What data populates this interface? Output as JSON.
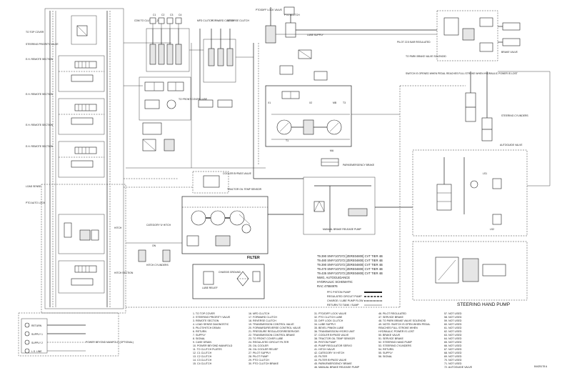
{
  "diagram": {
    "callouts": {
      "to_top_cover": "TO TOP COVER",
      "steering_priority_valve": "STEERING PRIORITY VALVE",
      "remote_section": "REMOTE SECTION",
      "cdm_to_clutch": "CDM TO CLUTCH 1,2,3,4",
      "clutch_labels": [
        "C1",
        "C2",
        "C3",
        "C4"
      ],
      "clutch_group": "CLUTCH CLUTCH CLUTCH CLUTCH",
      "mfd_clutch": "MFD CLUTCH",
      "forward_clutch": "FORWARD CLUTCH",
      "reverse_clutch": "REVERSE CLUTCH",
      "ptodiff_lock_valve": "PTO/DIFF LOCK VALVE",
      "pto_clutch": "PTO CLUTCH",
      "lube_supply": "LUBE SUPPLY",
      "pilot_regulated": "PILOT 22.5 BAR REGULATED",
      "to_park_brake": "TO PARK BRAKE VALVE SOLENOID",
      "brake_valve": "BRAKE VALVE",
      "switch_note": "SWITCH IS OPENED WHEN PEDAL REACHES FULL STROKE WHEN HYDRAULIC POWER IS LOST",
      "to_front_cover_lube": "TO FRONT COVER LUBE",
      "manual_brake_release_pump": "MANUAL BRAKE RELEASE PUMP",
      "park_emergency_brake": "PARK/EMERGENCY BRAKE",
      "cooler_bypass_valve": "COOLER BYPASS VALVE",
      "tractor_oil_temp_sensor": "TRACTOR OIL TEMP SENSOR",
      "category_iv_hitch": "CATEGORY IV HITCH",
      "on": "ON",
      "hitch_cylinders": "HITCH CYLINDERS",
      "filter": "FILTER",
      "lube_relief": "LUBE RELIEF",
      "chassis_ground": "CHASSIS GROUND",
      "steering_cylinders": "STEERING CYLINDERS",
      "autoguide_valve": "AUTOGUIDE VALVE",
      "steering_hand_pump": "STEERING HAND PUMP",
      "ls1": "LS1",
      "ls2": "LS2",
      "port_labels": {
        "x1": "X1",
        "x2": "X2",
        "mb": "MB",
        "t3": "T3",
        "ma": "MA",
        "t1": "T1"
      },
      "remote_sections_left": [
        "E.H. REMOTE SECTION",
        "E.H. REMOTE SECTION",
        "E.H. REMOTE SECTION",
        "E.H. REMOTE SECTION"
      ],
      "left_side_notes": [
        "TO TOP COVER",
        "STEERING PRIORITY VALVE",
        "LOAD SENSE",
        "REMOTE SECTION",
        "PTO AUTO LOCK",
        "HITCH",
        "HITCH SECTION",
        "POWER BEYOND MANIFOLD (OPTIONAL)"
      ],
      "legend_labels": [
        "RETURN",
        "SUPPLY 1",
        "SUPPLY 2",
        "L.S. LINE"
      ]
    },
    "model_block": {
      "lines": [
        "T9.390 SN#Y107372 [ZERE04800] CVT TIER 4B",
        "T9.480 SN#Y107372 [ZERE04800] CVT TIER 4B",
        "T9.390 SN#Y107372 [ZERE04800] CVT TIER 4B",
        "T9.470 SN#Y107372 [ZERE04800] CVT TIER 4B",
        "T9.435 SN#Y107372 [ZERE04800] CVT TIER 4B",
        "NWO, AUTOGUIDANCE",
        "HYDRAULIC SCHEMATIC",
        "RAC 47684976"
      ]
    },
    "line_legend": [
      {
        "label": "PFC PISTON PUMP",
        "style": "solid"
      },
      {
        "label": "REGULATED CIRCUIT PUMP",
        "style": "dashed"
      },
      {
        "label": "CHARGE / LUBE PUMP FLOW",
        "style": "dotted"
      },
      {
        "label": "RETURN TO TANK / SUMP",
        "style": "thin"
      }
    ],
    "part_list": {
      "col1": [
        "1. TO TOP COVER",
        "2. STEERING PRIORITY VALVE",
        "3. REMOTE SECTION",
        "4. LOAD SENSE DIAGNOSTIC",
        "5. PILOT/HITCH DRAIN",
        "6. RETURN",
        "7. SUPPLY",
        "8. SIGNAL",
        "9. CASE DRAIN",
        "10. POWER BEYOND MANIFOLD",
        "11. TO CLUTCH PLATES",
        "12. C1 CLUTCH",
        "13. C2 CLUTCH",
        "14. C3 CLUTCH",
        "15. C4 CLUTCH"
      ],
      "col2": [
        "16. MFD CLUTCH",
        "17. FORWARD CLUTCH",
        "18. REVERSE CLUTCH",
        "19. TRANSMISSION CONTROL VALVE",
        "20. FORWARD/REVERSE CONTROL VALVE",
        "21. PRESSURE REGULATOR/RESERVOIR",
        "22. TRANSMISSION CONTROL BRAKE",
        "23. TO FRONT COVER LUBE",
        "24. REGULATED CIRCUIT FILTER",
        "25. OIL COOLER",
        "26. OIL COOLER RELIEF",
        "27. PILOT SUPPLY",
        "28. PILOT PUMP",
        "29. PTO CLUTCH",
        "30. PTO CLUTCH BRAKE"
      ],
      "col3": [
        "31. PTO/DIFF LOCK VALVE",
        "32. PTO CLUTCH LUBE",
        "33. DIFF LOCK CLUTCH",
        "34. LUBE SUPPLY",
        "35. BEVEL PINION LUBE",
        "36. TRANSMISSION HYDRO UNIT",
        "37. COOLER BYPASS VALVE",
        "38. TRACTOR OIL TEMP SENSOR",
        "39. PISTON PUMP",
        "40. PUMP REGULATOR SERVO",
        "41. HITCH VALVE",
        "42. CATEGORY IV HITCH",
        "43. FILTER",
        "44. FILTER BYPASS VALVE",
        "45. PARK/EMERGENCY BRAKE",
        "46. MANUAL BRAKE RELEASE PUMP"
      ],
      "col4": [
        "46. PILOT REGULATED",
        "47. SERVICE BRAKE",
        "48. TO PARK BRAKE VALVE SOLENOID",
        "49. NOTE: SWITCH IS OPEN WHEN PEDAL",
        "    REACHES FULL STROKE WHEN",
        "    HYDRAULIC POWER IS LOST",
        "50. BRAKE VALVE",
        "51. SERVICE BRAKE",
        "52. STEERING HAND PUMP",
        "53. STEERING CYLINDERS",
        "54. RETURN",
        "55. SUPPLY",
        "56. SIGNAL"
      ],
      "col5": [
        "57. NOT USED",
        "58. NOT USED",
        "59. NOT USED",
        "60. NOT USED",
        "61. NOT USED",
        "62. NOT USED",
        "63. NOT USED",
        "64. NOT USED",
        "65. NOT USED",
        "66. NOT USED",
        "67. NOT USED",
        "68. NOT USED",
        "69. NOT USED",
        "70. NOT USED",
        "71. NOT USED",
        "72. AUTOGUIDE VALVE"
      ]
    },
    "footer_code": "84425178 A"
  }
}
